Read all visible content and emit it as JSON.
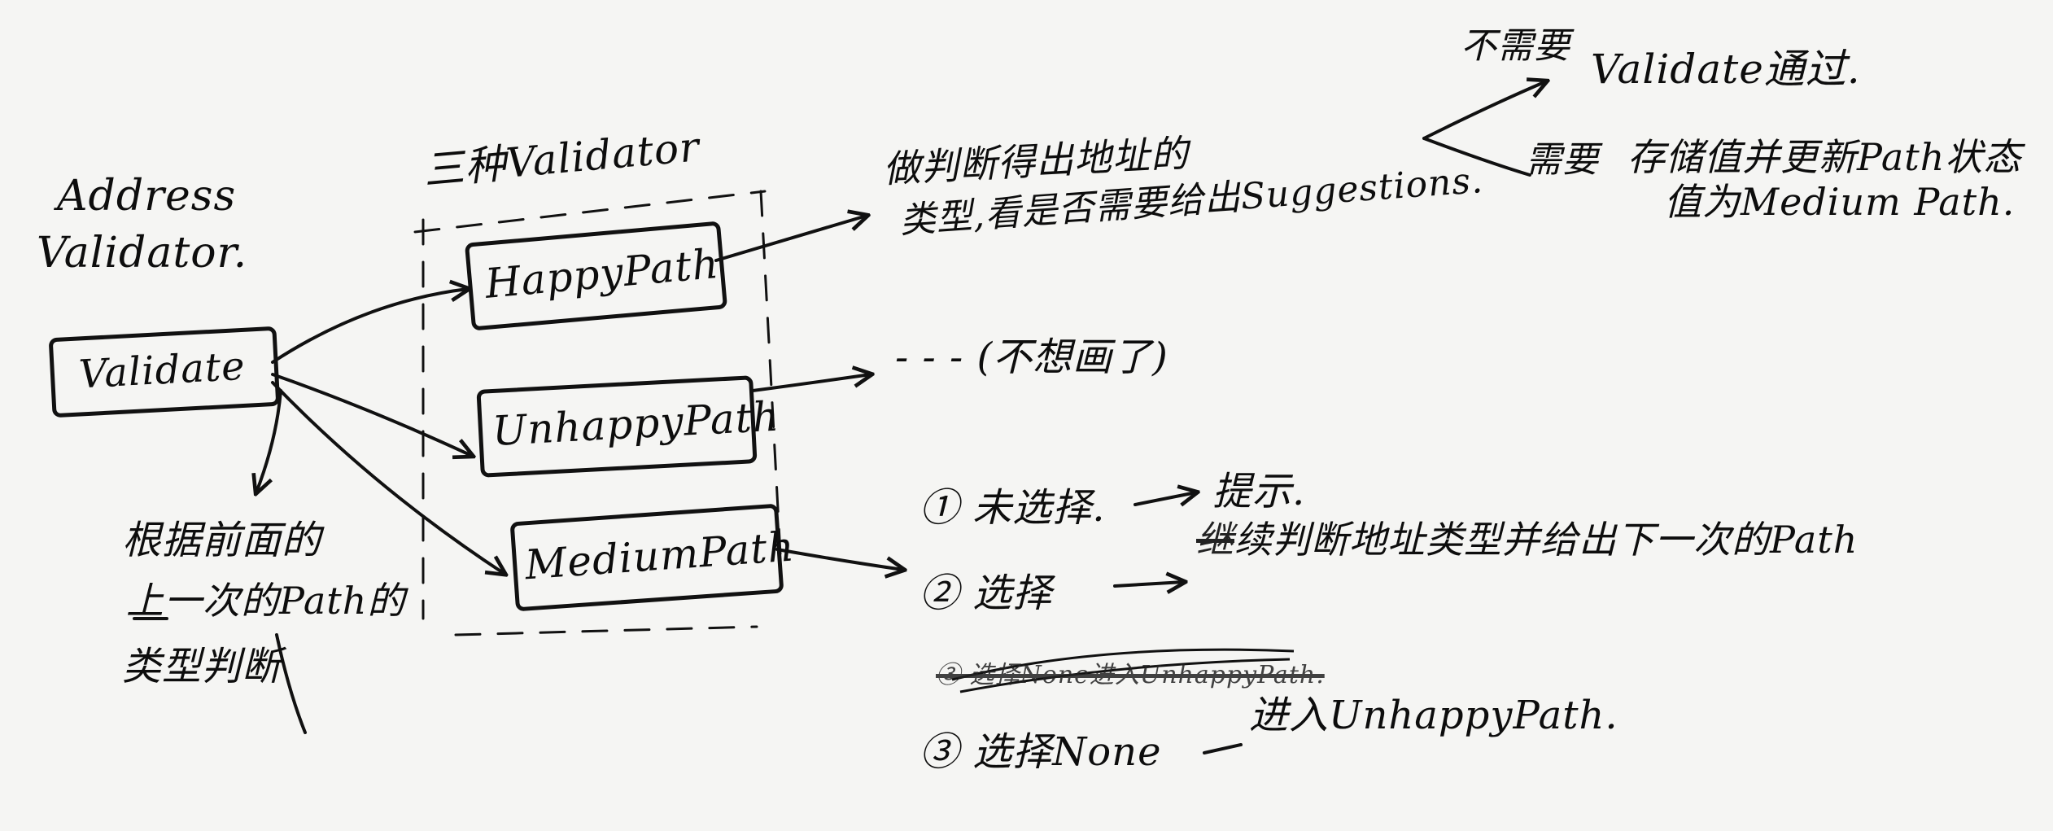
{
  "title": {
    "line1": "Address",
    "line2": "Validator."
  },
  "validate_box": "Validate",
  "heading": "三种Validator",
  "paths": {
    "happy": "HappyPath",
    "unhappy": "UnhappyPath",
    "medium": "MediumPath"
  },
  "left_note": {
    "line1": "根据前面的",
    "line2": "上一次的Path的",
    "line3": "类型判断"
  },
  "happy_note": {
    "line1": "做判断得出地址的",
    "line2": "类型,看是否需要给出Suggestions."
  },
  "happy_branches": {
    "no_need_label": "不需要",
    "no_need_result": "Validate通过.",
    "need_label": "需要",
    "need_result_line1": "存储值并更新Path状态",
    "need_result_line2": "值为Medium Path."
  },
  "unhappy_note": "(不想画了)",
  "medium_steps": {
    "s1_num": "①",
    "s1_label": "未选择.",
    "s1_result": "提示.",
    "s2_num": "②",
    "s2_label": "选择",
    "s2_result_struck": "继",
    "s2_result": "续判断地址类型并给出下一次的Path",
    "s3_struck": "③ 选择None进入UnhappyPath.",
    "s3_num": "③",
    "s3_label": "选择None",
    "s3_result": "进入UnhappyPath."
  },
  "colors": {
    "ink": "#111111",
    "paper": "#f5f5f3"
  }
}
